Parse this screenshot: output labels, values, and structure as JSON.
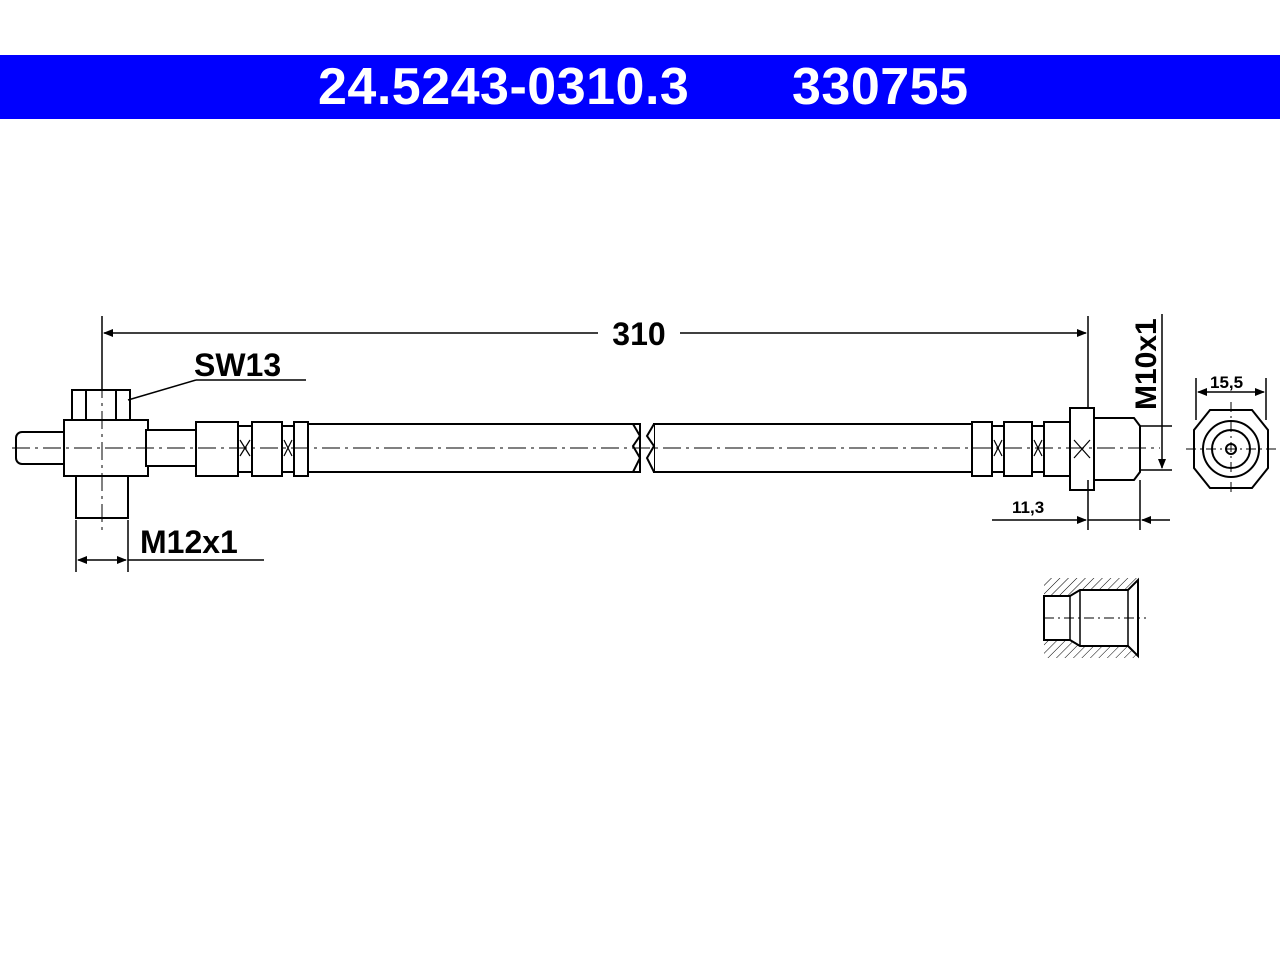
{
  "header": {
    "part_number": "24.5243-0310.3",
    "reference_number": "330755",
    "background_color": "#0000ff",
    "text_color": "#ffffff"
  },
  "dimensions": {
    "overall_length": "310",
    "wrench_size": "SW13",
    "thread_left": "M12x1",
    "thread_right": "M10x1",
    "fitting_length": "11,3",
    "fitting_diameter": "15,5"
  }
}
